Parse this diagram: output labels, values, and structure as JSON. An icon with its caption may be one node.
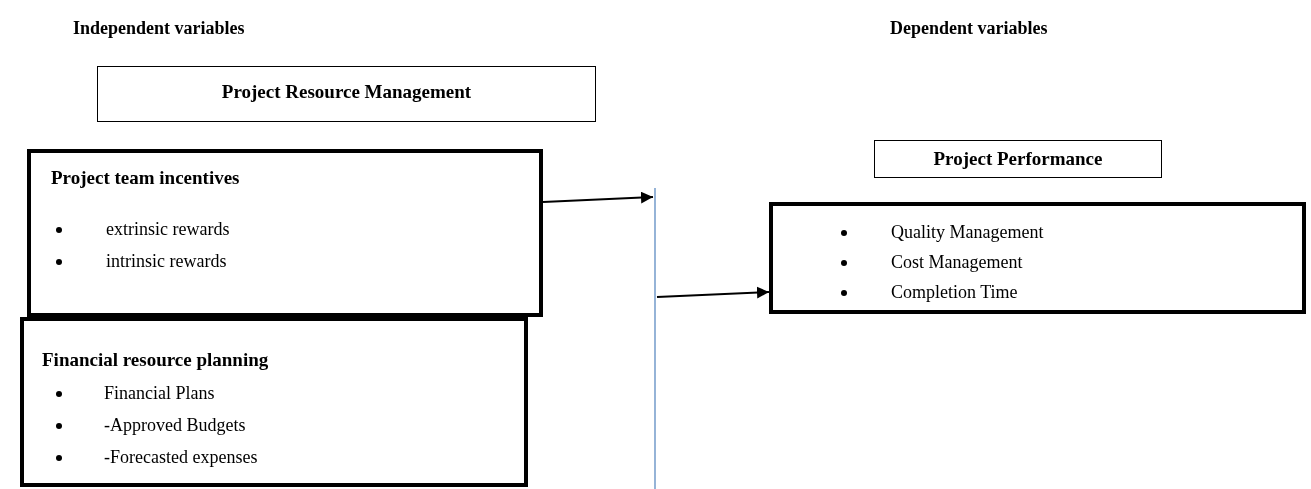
{
  "diagram": {
    "nodes": [
      {
        "text": [
          "Project Resource Management"
        ]
      },
      {
        "text": [
          "Project team incentives",
          "extrinsic rewards",
          "intrinsic rewards"
        ]
      },
      {
        "text": [
          "Financial resource planning",
          "Financial Plans",
          "-Approved Budgets",
          "-Forecasted expenses"
        ]
      },
      {
        "text": [],
        "shape": "bar"
      },
      {
        "text": [
          "Project Performance"
        ]
      },
      {
        "text": [
          "Quality Management",
          "Cost Management",
          "Completion Time"
        ]
      }
    ],
    "edges": [
      {
        "from": 1,
        "to": 3,
        "arrow": "to"
      },
      {
        "from": 3,
        "to": 5,
        "arrow": "to"
      }
    ],
    "labels": [
      "Independent variables",
      "Dependent variables"
    ]
  }
}
